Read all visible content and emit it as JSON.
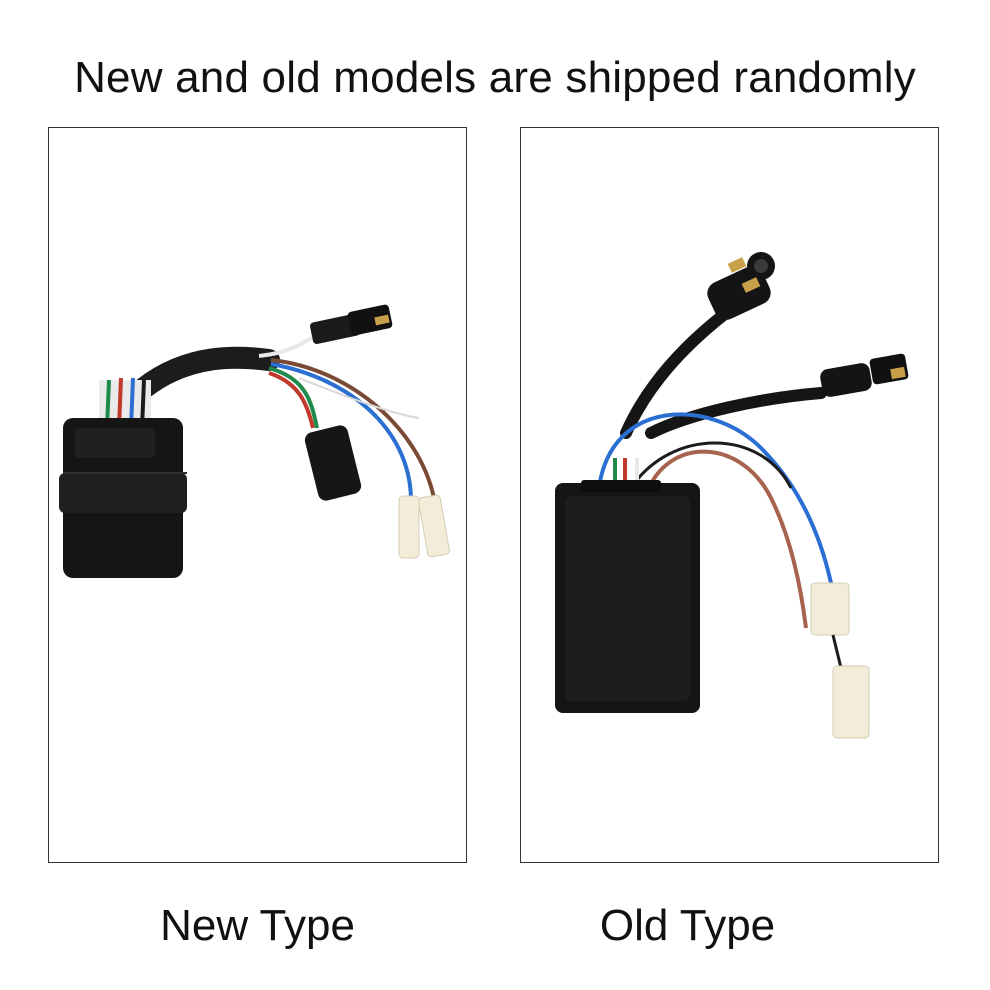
{
  "headline": "New and old models are shipped randomly",
  "panels": [
    {
      "caption": "New Type"
    },
    {
      "caption": "Old Type"
    }
  ],
  "colors": {
    "background": "#ffffff",
    "frame": "#333333",
    "module": "#151515",
    "wire_blue": "#2a6fd1",
    "wire_brown": "#a8634e",
    "wire_red": "#c0392b",
    "wire_green": "#1f8a4c",
    "connector_white": "#f2ecd8",
    "brass": "#c9a04a"
  }
}
